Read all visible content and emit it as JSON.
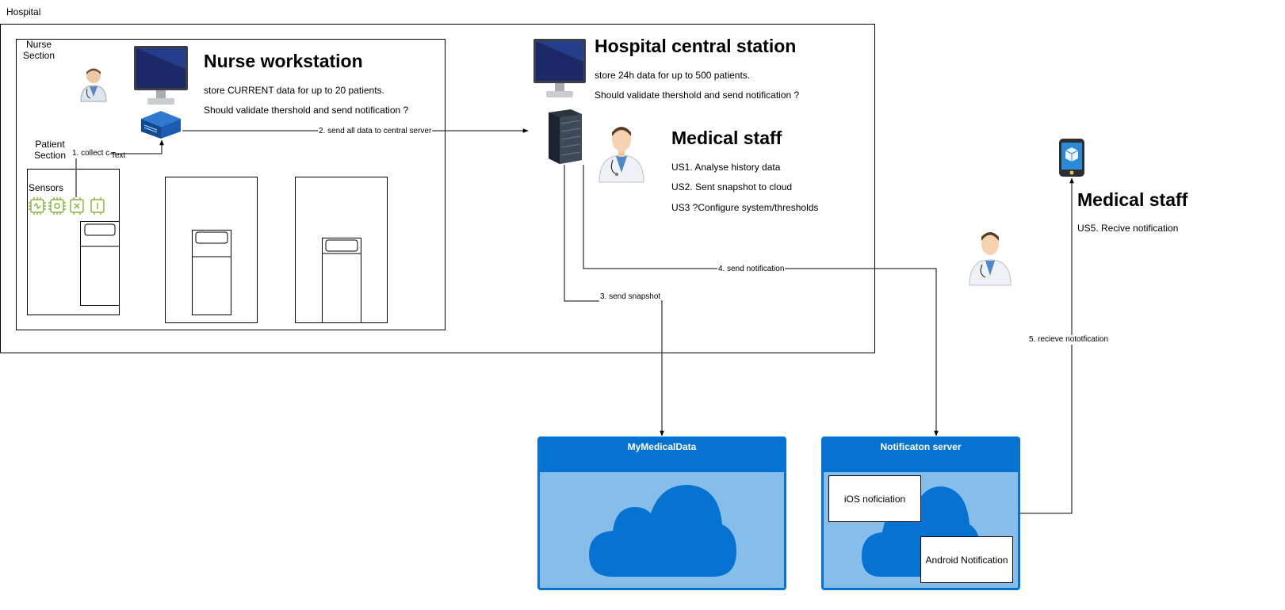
{
  "hospital": {
    "label": "Hospital",
    "nurse_section_label": "Nurse\nSection",
    "patient_section_label": "Patient\nSection",
    "sensors_label": "Sensors",
    "nurse_workstation": {
      "title": "Nurse workstation",
      "line1": "store CURRENT data for up to 20 patients.",
      "line2": "Should validate thershold and send notification ?"
    },
    "central_station": {
      "title": "Hospital central station",
      "line1": "store 24h data for up to 500 patients.",
      "line2": "Should validate thershold and send notification ?"
    },
    "medical_staff": {
      "title": "Medical staff",
      "us1": "US1. Analyse history data",
      "us2": "US2. Sent snapshot to cloud",
      "us3": "US3 ?Configure system/thresholds"
    }
  },
  "remote_staff": {
    "title": "Medical staff",
    "us5": "US5. Recive notification"
  },
  "edges": {
    "collect": "1. collect c",
    "collect_extra": "Text",
    "send_all": "2. send all data to central server",
    "send_snapshot": "3. send snapshot",
    "send_notification": "4. send notification",
    "receive_notification": "5. recieve nototfication"
  },
  "clouds": {
    "mymedicaldata": "MyMedicalData",
    "notification_server": "Notificaton server",
    "ios": "iOS noficiation",
    "android": "Android Notification"
  },
  "colors": {
    "cloud_dark": "#0673d3",
    "cloud_light": "#86bde9",
    "sensor_green": "#8ab53e"
  },
  "icons": [
    "doctor-icon",
    "monitor-icon",
    "server-box-icon",
    "server-rack-icon",
    "sensor-chip-icon",
    "bed-icon",
    "phone-icon",
    "cloud-icon"
  ]
}
